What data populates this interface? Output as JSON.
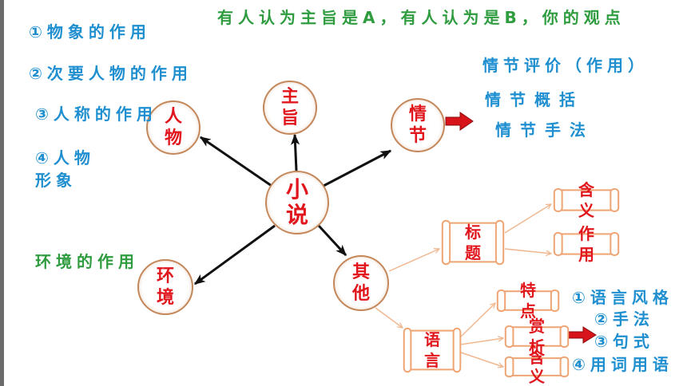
{
  "heading": "有人认为主旨是A，有人认为是B，你的观点",
  "center_node": "小说",
  "nodes": {
    "character": "人物",
    "theme": "主旨",
    "plot": "情节",
    "other": "其他",
    "environment": "环境"
  },
  "character_notes": [
    "①物象的作用",
    "②次要人物的作用",
    "③人称的作用"
  ],
  "character_note_4": [
    "④人物",
    "形象"
  ],
  "environment_note": "环境的作用",
  "plot_notes": [
    "情节评价（作用）",
    "情节概括",
    "情节手法"
  ],
  "other_branch": {
    "title": {
      "label": "标题",
      "children": [
        "含义",
        "作用"
      ]
    },
    "language": {
      "label": "语言",
      "children": [
        "特点",
        "赏析",
        "含义"
      ],
      "appreciation_points": [
        "①语言风格",
        "②手法",
        "③句式",
        "④用词用语"
      ]
    }
  },
  "colors": {
    "note_blue": "#1f8fd0",
    "note_green": "#2e9c3f",
    "node_text_red": "#e0161c",
    "circle_border": "#c4875a",
    "scroll_border": "#efa474",
    "connector": "#f0b890",
    "arrow_black": "#111111",
    "block_arrow_red": "#d8141b",
    "edge_strip": "#6b6b6b"
  }
}
